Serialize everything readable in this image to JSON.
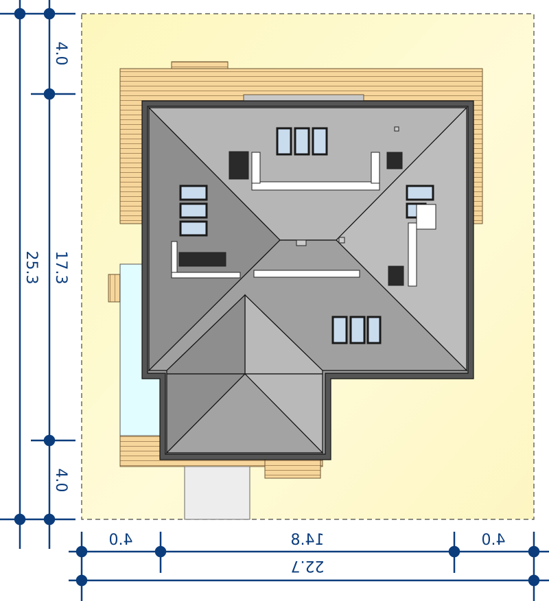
{
  "title": "Roof plan",
  "dimensions": {
    "bottom_segments": [
      "4.0",
      "14.8",
      "4.0"
    ],
    "bottom_total": "22.7",
    "left_segments": [
      "4.0",
      "17.3",
      "4.0"
    ],
    "left_total": "25.3"
  },
  "colors": {
    "plot": "#fdf8c4",
    "dimension_line": "#0b3d7d",
    "deck": "#f7d69c",
    "pool": "#e2fdff",
    "roof_light": "#b9b9b9",
    "roof_dark": "#8e8e8e",
    "window_glass": "#c9dcee"
  }
}
